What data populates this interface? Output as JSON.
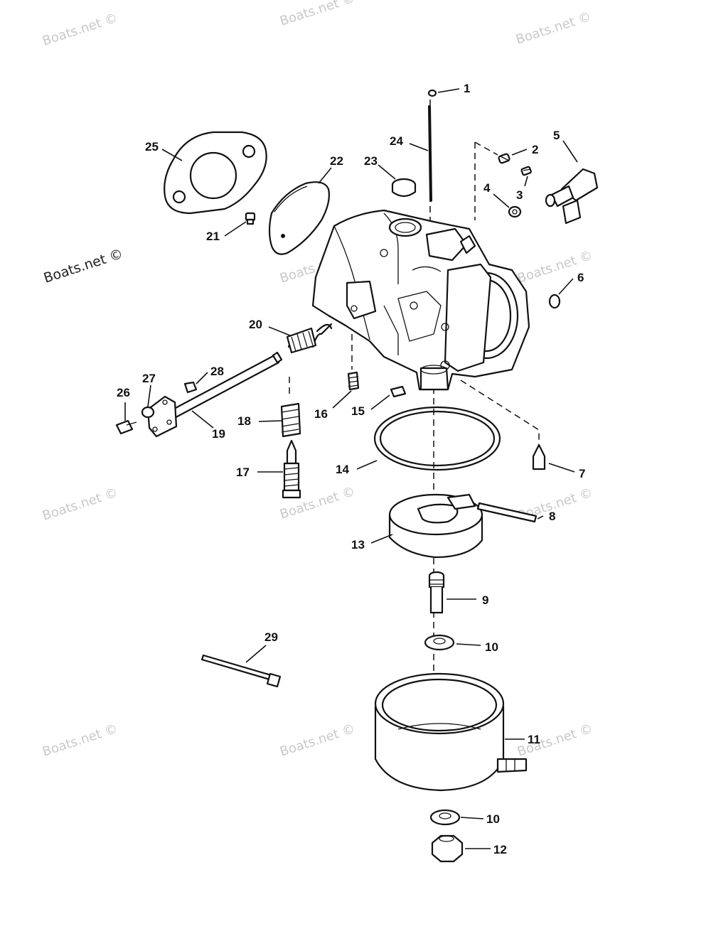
{
  "watermark": {
    "text": "Boats.net ©"
  },
  "callouts": {
    "c1": "1",
    "c2": "2",
    "c3": "3",
    "c4": "4",
    "c5": "5",
    "c6": "6",
    "c7": "7",
    "c8": "8",
    "c9": "9",
    "c10a": "10",
    "c10b": "10",
    "c11": "11",
    "c12": "12",
    "c13": "13",
    "c14": "14",
    "c15": "15",
    "c16": "16",
    "c17": "17",
    "c18": "18",
    "c19": "19",
    "c20": "20",
    "c21": "21",
    "c22": "22",
    "c23": "23",
    "c24": "24",
    "c25": "25",
    "c26": "26",
    "c27": "27",
    "c28": "28",
    "c29": "29"
  }
}
